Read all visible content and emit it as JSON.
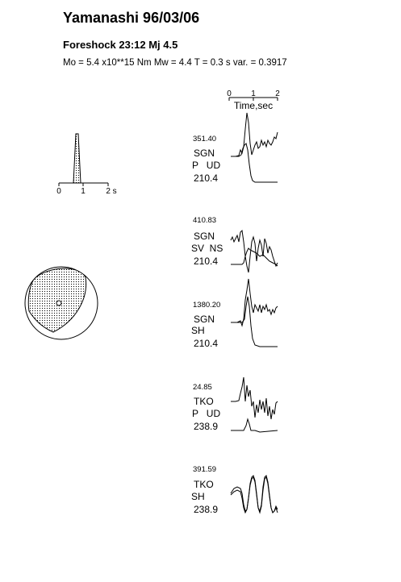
{
  "title": "Yamanashi 96/03/06",
  "subtitle": "Foreshock 23:12  Mj 4.5",
  "params": "Mo = 5.4 x10**15 Nm  Mw = 4.4  T = 0.3 s  var. = 0.3917",
  "time_axis": {
    "label": "Time,sec",
    "ticks": [
      "0",
      "1",
      "2"
    ]
  },
  "source_time_function": {
    "ticks": [
      "0",
      "1",
      "2 s"
    ]
  },
  "stations": [
    {
      "amplitude": "351.40",
      "station": "SGN",
      "component": "P   UD",
      "azimuth": "210.4"
    },
    {
      "amplitude": "410.83",
      "station": "SGN",
      "component": "SV  NS",
      "azimuth": "210.4"
    },
    {
      "amplitude": "1380.20",
      "station": "SGN",
      "component": "SH",
      "azimuth": "210.4"
    },
    {
      "amplitude": "24.85",
      "station": "TKO",
      "component": "P   UD",
      "azimuth": "238.9"
    },
    {
      "amplitude": "391.59",
      "station": "TKO",
      "component": "SH",
      "azimuth": "238.9"
    }
  ]
}
